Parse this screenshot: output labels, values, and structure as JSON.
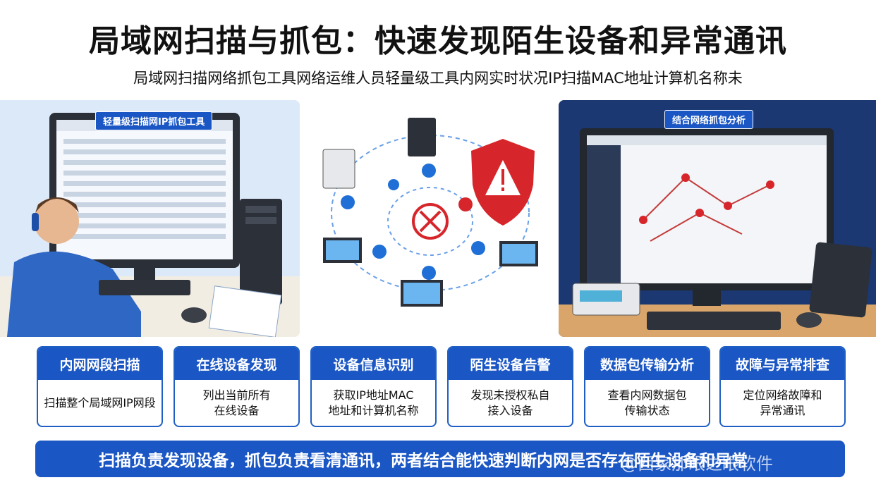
{
  "header": {
    "title": "局域网扫描与抓包：快速发现陌生设备和异常通讯",
    "subtitle": "局域网扫描网络抓包工具网络运维人员轻量级工具内网实时状况IP扫描MAC地址计算机名称未"
  },
  "panels": {
    "left_label": "轻量级扫描网IP抓包工具",
    "right_label": "结合网络抓包分析"
  },
  "cards": [
    {
      "title": "内网网段扫描",
      "desc": "扫描整个局域网IP网段"
    },
    {
      "title": "在线设备发现",
      "desc": "列出当前所有\n在线设备"
    },
    {
      "title": "设备信息识别",
      "desc": "获取IP地址MAC\n地址和计算机名称"
    },
    {
      "title": "陌生设备告警",
      "desc": "发现未授权私自\n接入设备"
    },
    {
      "title": "数据包传输分析",
      "desc": "查看内网数据包\n传输状态"
    },
    {
      "title": "故障与异常排查",
      "desc": "定位网络故障和\n异常通讯"
    }
  ],
  "banner": {
    "text": "扫描负责发现设备，抓包负责看清通讯，两者结合能快速判断内网是否存在陌生设备和异常",
    "watermark": "@西家那眼之眼软件"
  },
  "colors": {
    "primary": "#1a56c4",
    "alert": "#d7262b",
    "node": "#1f6fd6"
  }
}
